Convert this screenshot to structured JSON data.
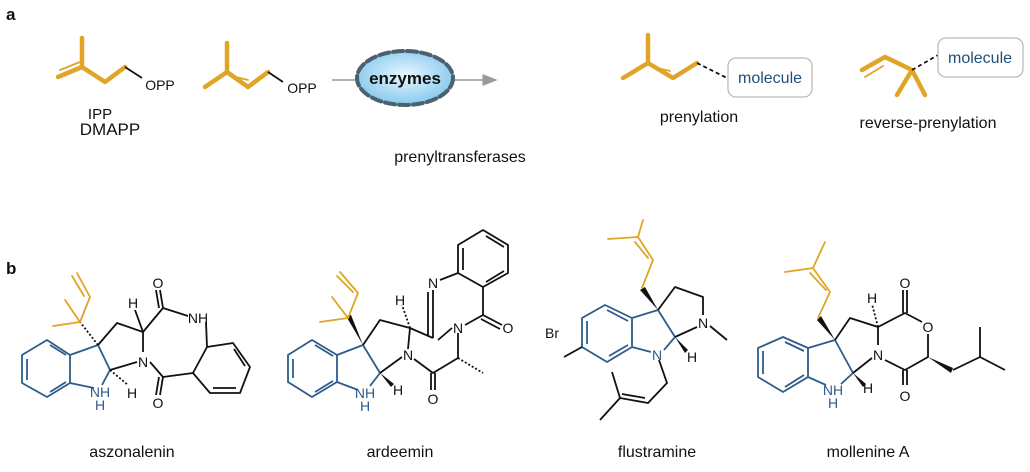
{
  "panels": {
    "a": "a",
    "b": "b"
  },
  "panel_a": {
    "ipp": {
      "label": "IPP",
      "group": "OPP"
    },
    "dmapp": {
      "label": "DMAPP",
      "group": "OPP"
    },
    "enzyme": {
      "label": "enzymes",
      "caption": "prenyltransferases"
    },
    "prenylation": {
      "label": "prenylation",
      "box": "molecule"
    },
    "reverse_prenylation": {
      "label": "reverse-prenylation",
      "box": "molecule"
    }
  },
  "panel_b": {
    "compounds": [
      {
        "name": "aszonalenin"
      },
      {
        "name": "ardeemin"
      },
      {
        "name": "flustramine"
      },
      {
        "name": "mollenine A"
      }
    ],
    "atoms": {
      "NH": "NH",
      "N": "N",
      "H": "H",
      "O": "O",
      "Br": "Br"
    }
  },
  "colors": {
    "prenyl": "#E0A526",
    "indoline": "#2E5C8A",
    "enzyme_fill": "#9BD3F2",
    "molecule_text": "#1F4E7A"
  }
}
